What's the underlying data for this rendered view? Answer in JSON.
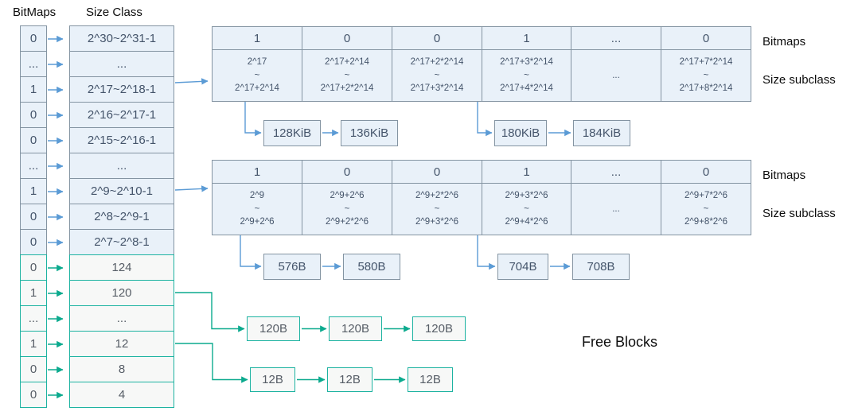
{
  "headers": {
    "bitmaps_col": "BitMaps",
    "size_class_col": "Size Class",
    "free_blocks": "Free Blocks"
  },
  "colors": {
    "blue_fill": "#e9f1f9",
    "gray_border": "#8494a2",
    "blue_text": "#44546a",
    "blue_arrow": "#5b9bd5",
    "green_fill": "#f7f8f7",
    "teal_border": "#1db3a1",
    "green_arrow": "#0caa8e",
    "gray_text": "#565d66"
  },
  "left_table": {
    "rows": [
      {
        "bitmap": "0",
        "size": "2^30~2^31-1",
        "theme": "blue"
      },
      {
        "bitmap": "...",
        "size": "...",
        "theme": "blue"
      },
      {
        "bitmap": "1",
        "size": "2^17~2^18-1",
        "theme": "blue"
      },
      {
        "bitmap": "0",
        "size": "2^16~2^17-1",
        "theme": "blue"
      },
      {
        "bitmap": "0",
        "size": "2^15~2^16-1",
        "theme": "blue"
      },
      {
        "bitmap": "...",
        "size": "...",
        "theme": "blue"
      },
      {
        "bitmap": "1",
        "size": "2^9~2^10-1",
        "theme": "blue"
      },
      {
        "bitmap": "0",
        "size": "2^8~2^9-1",
        "theme": "blue"
      },
      {
        "bitmap": "0",
        "size": "2^7~2^8-1",
        "theme": "blue"
      },
      {
        "bitmap": "0",
        "size": "124",
        "theme": "green"
      },
      {
        "bitmap": "1",
        "size": "120",
        "theme": "green"
      },
      {
        "bitmap": "...",
        "size": "...",
        "theme": "green"
      },
      {
        "bitmap": "1",
        "size": "12",
        "theme": "green"
      },
      {
        "bitmap": "0",
        "size": "8",
        "theme": "green"
      },
      {
        "bitmap": "0",
        "size": "4",
        "theme": "green"
      }
    ]
  },
  "subclass_tables": [
    {
      "bitmaps_label": "Bitmaps",
      "subclass_label": "Size subclass",
      "columns": [
        {
          "bitmap": "1",
          "range": [
            "2^17",
            "~",
            "2^17+2^14"
          ]
        },
        {
          "bitmap": "0",
          "range": [
            "2^17+2^14",
            "~",
            "2^17+2*2^14"
          ]
        },
        {
          "bitmap": "0",
          "range": [
            "2^17+2*2^14",
            "~",
            "2^17+3*2^14"
          ]
        },
        {
          "bitmap": "1",
          "range": [
            "2^17+3*2^14",
            "~",
            "2^17+4*2^14"
          ]
        },
        {
          "bitmap": "...",
          "range": [
            "..."
          ]
        },
        {
          "bitmap": "0",
          "range": [
            "2^17+7*2^14",
            "~",
            "2^17+8*2^14"
          ]
        }
      ],
      "free_chains": [
        {
          "items": [
            "128KiB",
            "136KiB"
          ]
        },
        {
          "items": [
            "180KiB",
            "184KiB"
          ]
        }
      ]
    },
    {
      "bitmaps_label": "Bitmaps",
      "subclass_label": "Size subclass",
      "columns": [
        {
          "bitmap": "1",
          "range": [
            "2^9",
            "~",
            "2^9+2^6"
          ]
        },
        {
          "bitmap": "0",
          "range": [
            "2^9+2^6",
            "~",
            "2^9+2*2^6"
          ]
        },
        {
          "bitmap": "0",
          "range": [
            "2^9+2*2^6",
            "~",
            "2^9+3*2^6"
          ]
        },
        {
          "bitmap": "1",
          "range": [
            "2^9+3*2^6",
            "~",
            "2^9+4*2^6"
          ]
        },
        {
          "bitmap": "...",
          "range": [
            "..."
          ]
        },
        {
          "bitmap": "0",
          "range": [
            "2^9+7*2^6",
            "~",
            "2^9+8*2^6"
          ]
        }
      ],
      "free_chains": [
        {
          "items": [
            "576B",
            "580B"
          ]
        },
        {
          "items": [
            "704B",
            "708B"
          ]
        }
      ]
    }
  ],
  "green_chains": [
    {
      "items": [
        "120B",
        "120B",
        "120B"
      ]
    },
    {
      "items": [
        "12B",
        "12B",
        "12B"
      ]
    }
  ]
}
